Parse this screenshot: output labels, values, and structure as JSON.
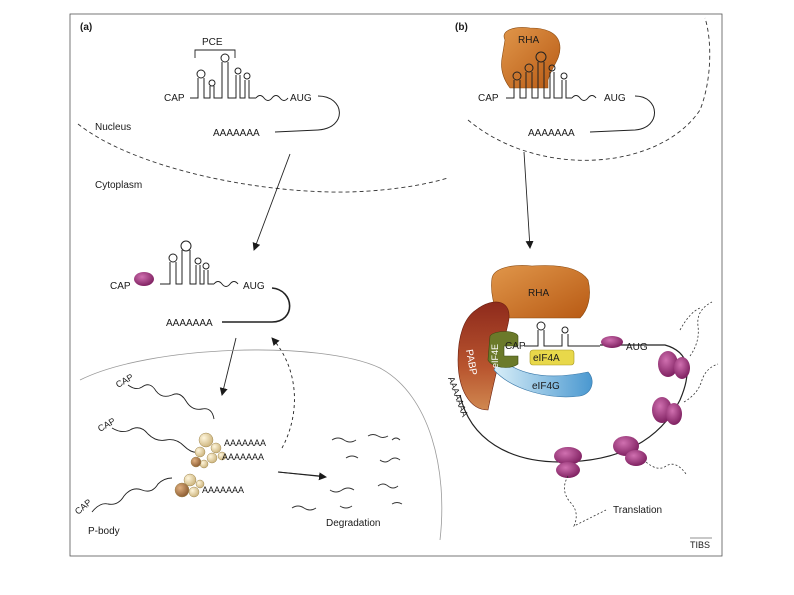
{
  "panels": {
    "a": "(a)",
    "b": "(b)"
  },
  "panel_a": {
    "pce": "PCE",
    "cap": "CAP",
    "aug": "AUG",
    "polya": "AAAAAAA",
    "nucleus": "Nucleus",
    "cytoplasm": "Cytoplasm",
    "pbody": "P-body",
    "degradation": "Degradation"
  },
  "panel_b": {
    "rha": "RHA",
    "cap": "CAP",
    "aug": "AUG",
    "polya": "AAAAAAA",
    "pabp": "PABP",
    "eif4e": "eIF4E",
    "eif4a": "eIF4A",
    "eif4g": "eIF4G",
    "translation": "Translation"
  },
  "credit": "TIBS",
  "colors": {
    "rha": "#c86a1e",
    "pabp": "#a8402a",
    "eif4e": "#6b7a2a",
    "eif4a": "#e8d84a",
    "eif4g": "#5aa8d8",
    "ribosome": "#a0307a",
    "pbody_protein": "#e8dcb0"
  }
}
